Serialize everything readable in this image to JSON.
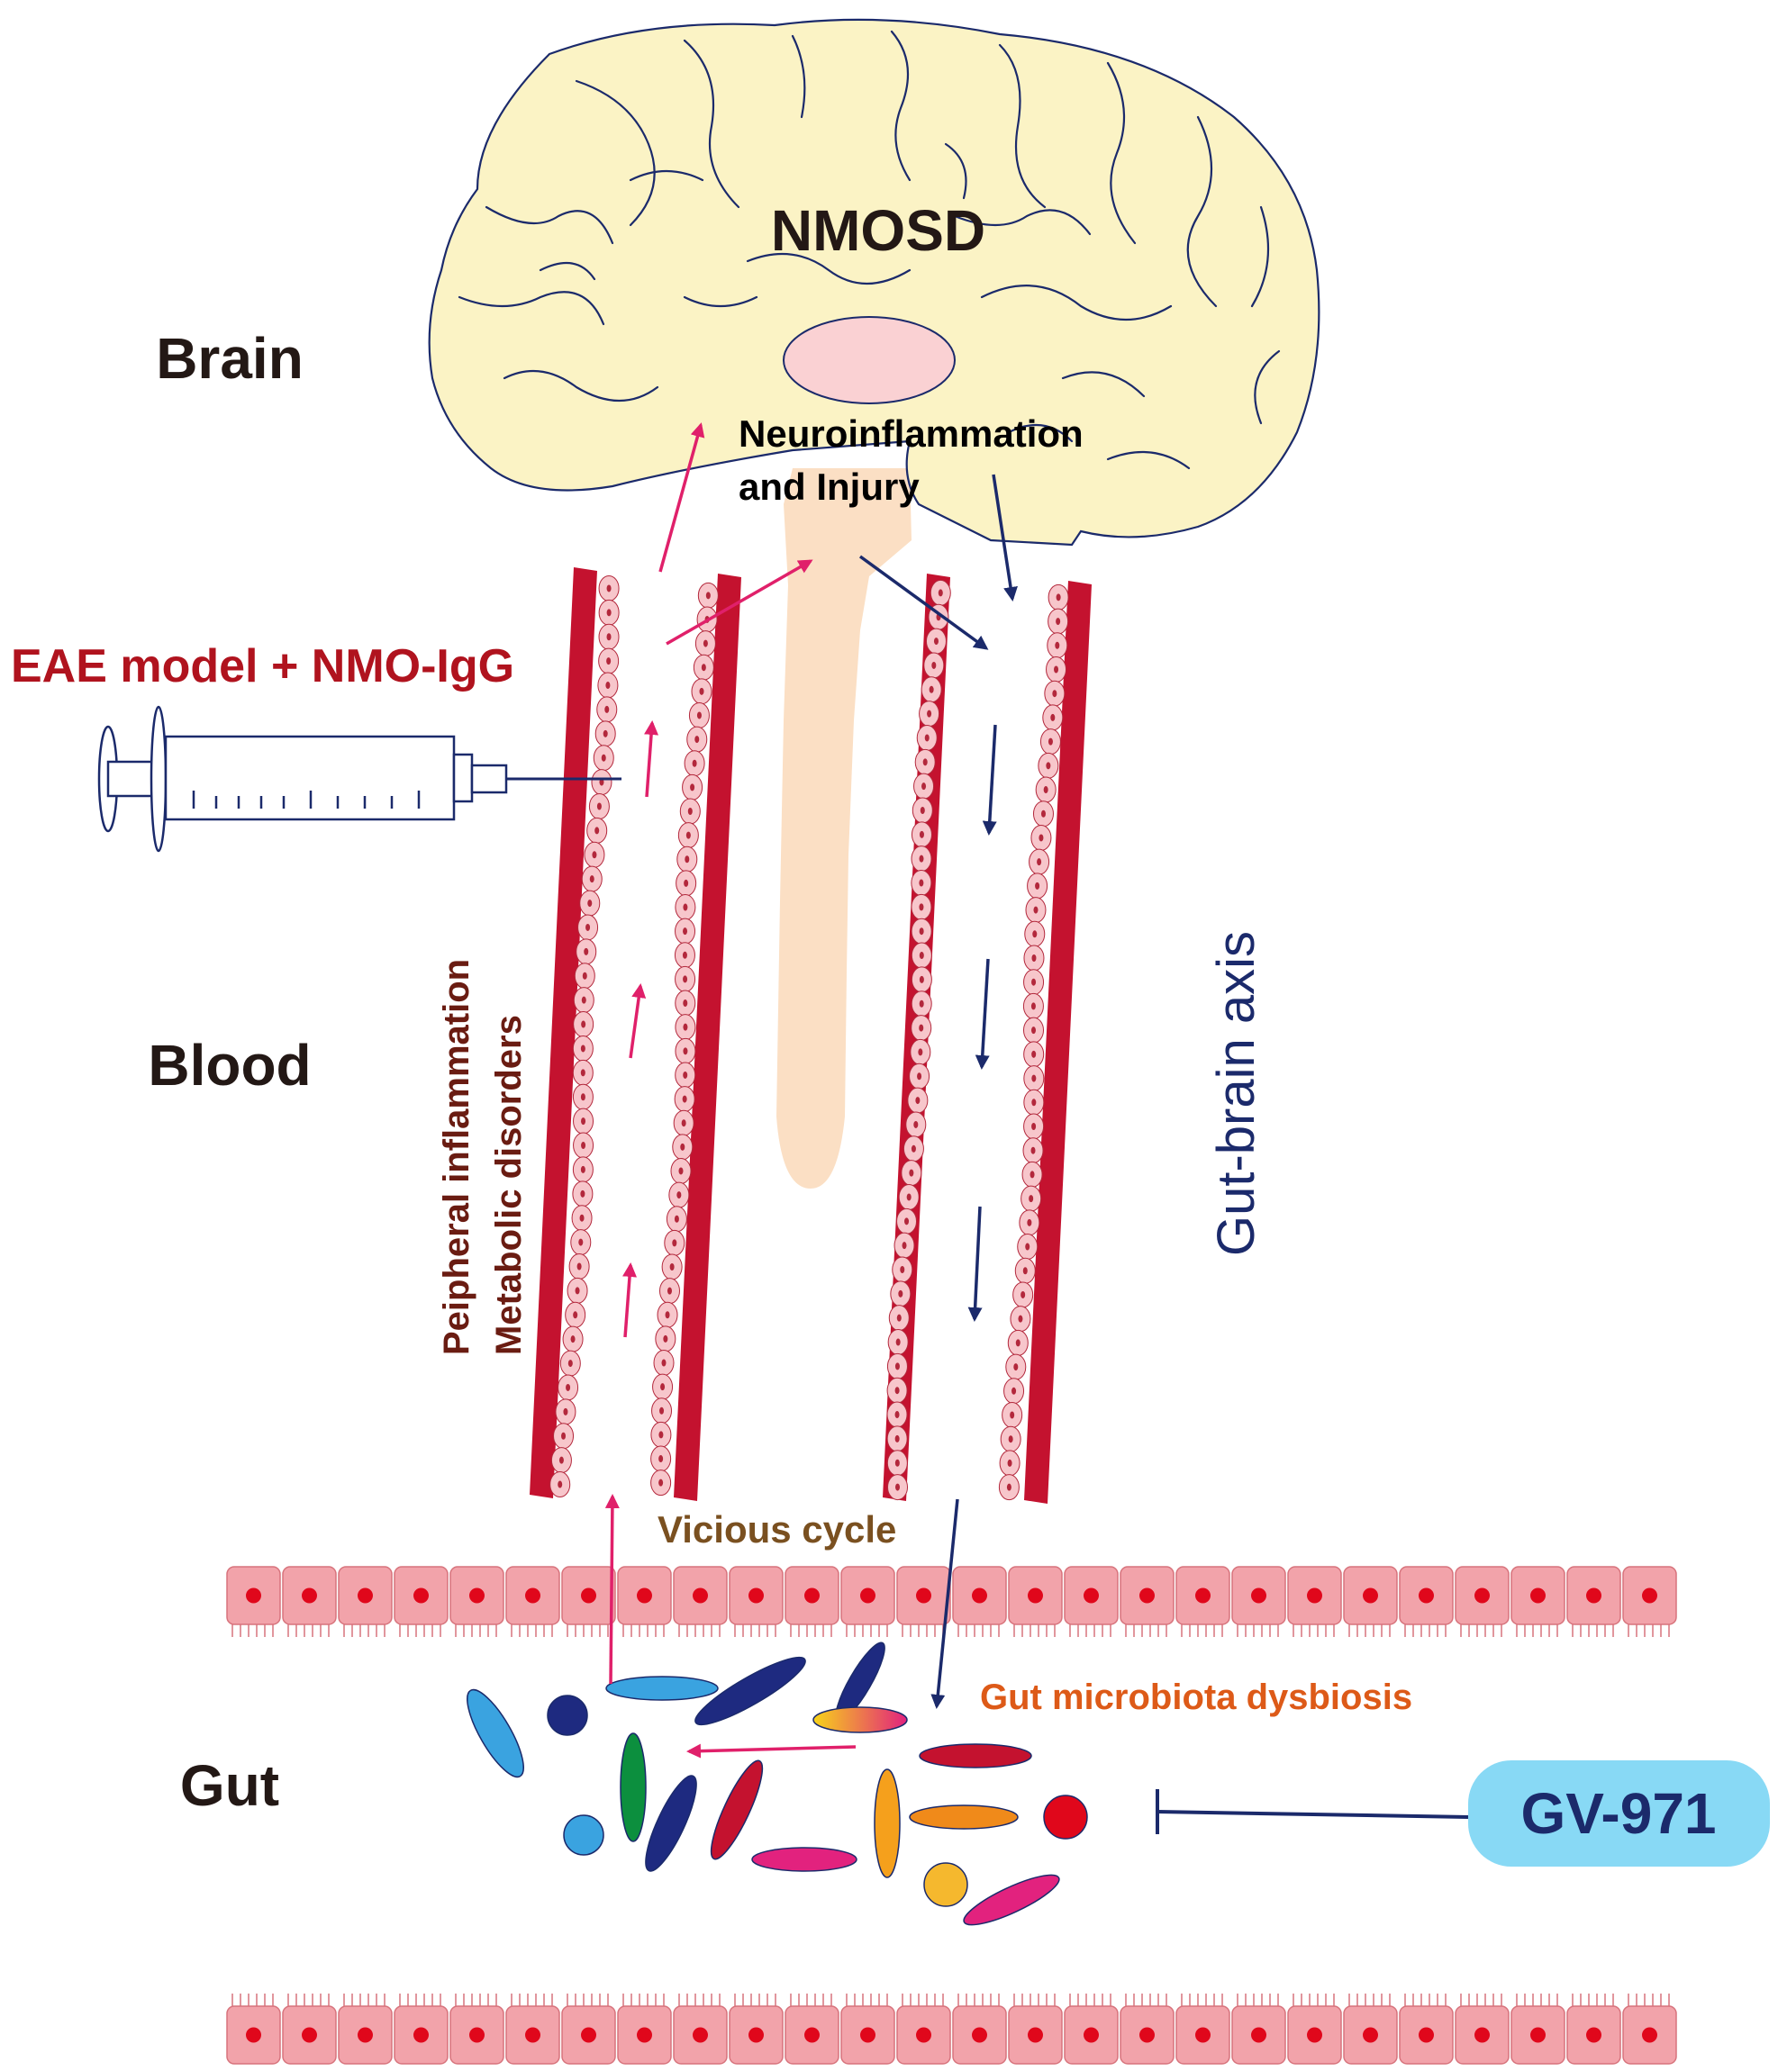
{
  "labels": {
    "nmosd": "NMOSD",
    "brain": "Brain",
    "neuro_line1": "Neuroinflammation",
    "neuro_line2": "and Injury",
    "eae": "EAE model + NMO-IgG",
    "blood": "Blood",
    "peripheral_line1": "Peipheral inflammation",
    "peripheral_line2": "Metabolic disorders",
    "gut_brain_axis": "Gut-brain axis",
    "vicious_cycle": "Vicious cycle",
    "gut_microbiota": "Gut microbiota dysbiosis",
    "gut": "Gut",
    "gv971": "GV-971"
  },
  "colors": {
    "brain_fill": "#fbf3c5",
    "brain_outline": "#1b2a6b",
    "spinal_cord": "#fbdfc4",
    "thalamus": "#fad1d3",
    "vessel_wall": "#c4122f",
    "endothelium": "#f7c6cb",
    "endo_nucleus": "#b3283c",
    "upward_arrow": "#e0206a",
    "downward_arrow": "#1b2a6b",
    "epithelium": "#f2a3aa",
    "epi_nucleus": "#e0071b",
    "eae_text": "#b0131e",
    "peripheral_text": "#6a1c12",
    "vicious_text": "#7a5020",
    "microbiota_text": "#dd5a18",
    "gv_box": "#88d9f5",
    "dark_text": "#231815"
  },
  "icons": [
    "syringe-icon",
    "brain-icon",
    "spinal-cord-icon",
    "blood-vessel-icon",
    "gut-epithelium-icon",
    "microbe-icon",
    "inhibition-icon"
  ]
}
